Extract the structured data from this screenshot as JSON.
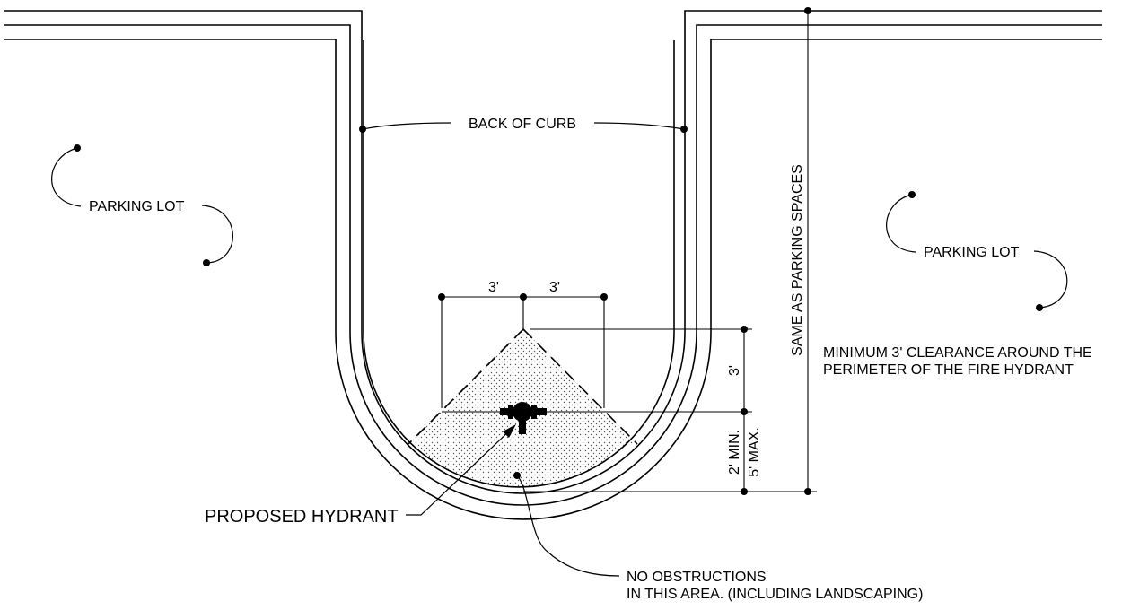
{
  "labels": {
    "back_of_curb": "BACK OF CURB",
    "parking_lot_left": "PARKING LOT",
    "parking_lot_right": "PARKING LOT",
    "same_as_parking": "SAME AS PARKING SPACES",
    "clearance_line1": "MINIMUM 3' CLEARANCE AROUND THE",
    "clearance_line2": "PERIMETER OF THE FIRE HYDRANT",
    "proposed_hydrant": "PROPOSED HYDRANT",
    "no_obstructions_line1": "NO OBSTRUCTIONS",
    "no_obstructions_line2": "IN THIS AREA. (INCLUDING LANDSCAPING)"
  },
  "dimensions": {
    "left_3ft": "3'",
    "right_3ft": "3'",
    "vertical_3ft": "3'",
    "min_2ft": "2' MIN.",
    "max_5ft": "5' MAX."
  },
  "colors": {
    "line": "#000000",
    "hatch": "#c8c8c8",
    "background": "#ffffff"
  }
}
